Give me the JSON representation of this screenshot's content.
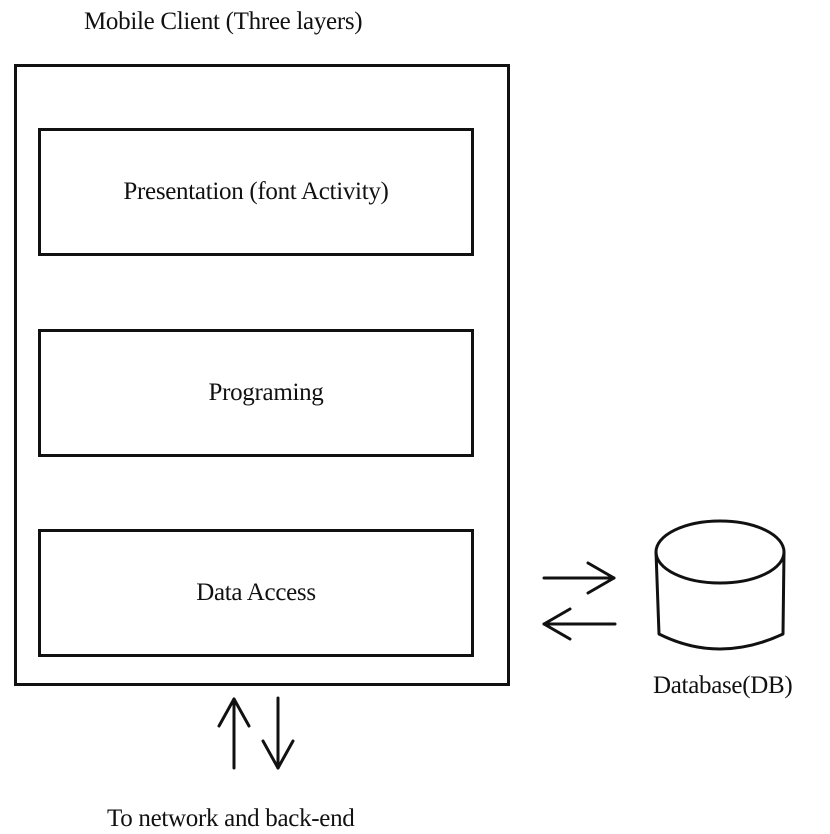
{
  "diagram": {
    "title": "Mobile Client (Three layers)",
    "layers": [
      {
        "label": "Presentation (font Activity)"
      },
      {
        "label": "Programing"
      },
      {
        "label": "Data Access"
      }
    ],
    "database_label": "Database(DB)",
    "footer": "To network and back-end",
    "icons": {
      "database": "cylinder-icon",
      "arrows_db": "bidirectional-arrows-horizontal",
      "arrows_network": "bidirectional-arrows-vertical"
    }
  }
}
